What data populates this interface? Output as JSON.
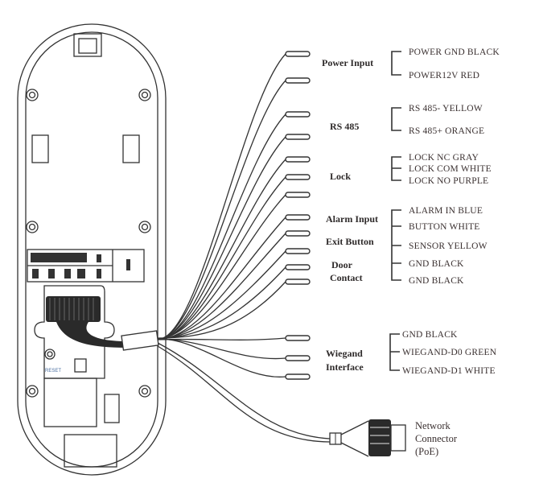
{
  "groups": [
    {
      "label": [
        "Power Input"
      ],
      "wires": [
        "POWER GND BLACK",
        "POWER12V RED"
      ]
    },
    {
      "label": [
        "RS 485"
      ],
      "wires": [
        "RS 485- YELLOW",
        "RS 485+ ORANGE"
      ]
    },
    {
      "label": [
        "Lock"
      ],
      "wires": [
        "LOCK NC GRAY",
        "LOCK COM WHITE",
        "LOCK NO PURPLE"
      ]
    },
    {
      "label": [
        "Alarm Input",
        "Exit Button",
        "Door",
        "Contact"
      ],
      "wires": [
        "ALARM IN BLUE",
        "BUTTON WHITE",
        "SENSOR YELLOW",
        "GND BLACK",
        "GND BLACK"
      ]
    },
    {
      "label": [
        "Wiegand",
        "Interface"
      ],
      "wires": [
        "GND BLACK",
        "WIEGAND-D0 GREEN",
        "WIEGAND-D1 WHITE"
      ]
    }
  ],
  "network": [
    "Network",
    "Connector",
    "(PoE)"
  ],
  "device": {
    "reset_label": "RESET"
  }
}
